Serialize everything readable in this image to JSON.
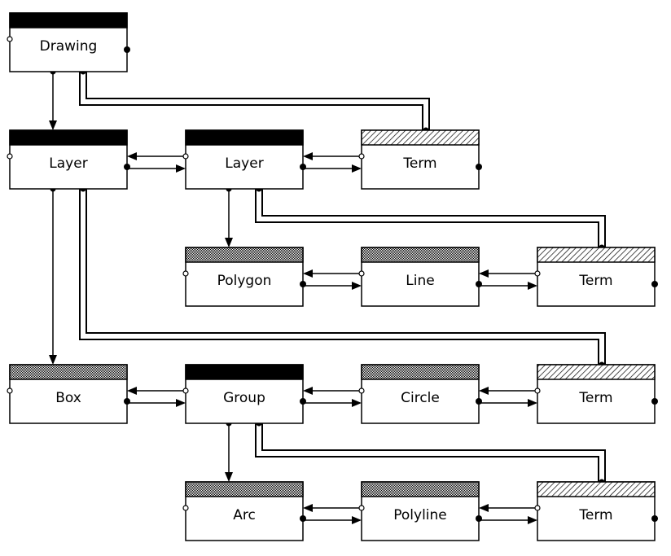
{
  "diagram": {
    "nodes": [
      {
        "id": "drawing",
        "label": "Drawing",
        "header": "solid"
      },
      {
        "id": "layer1",
        "label": "Layer",
        "header": "solid"
      },
      {
        "id": "layer2",
        "label": "Layer",
        "header": "solid"
      },
      {
        "id": "term1",
        "label": "Term",
        "header": "hatched"
      },
      {
        "id": "polygon",
        "label": "Polygon",
        "header": "gray"
      },
      {
        "id": "line",
        "label": "Line",
        "header": "gray"
      },
      {
        "id": "term2",
        "label": "Term",
        "header": "hatched"
      },
      {
        "id": "box",
        "label": "Box",
        "header": "gray"
      },
      {
        "id": "group",
        "label": "Group",
        "header": "solid"
      },
      {
        "id": "circle",
        "label": "Circle",
        "header": "gray"
      },
      {
        "id": "term3",
        "label": "Term",
        "header": "hatched"
      },
      {
        "id": "arc",
        "label": "Arc",
        "header": "gray"
      },
      {
        "id": "polyline",
        "label": "Polyline",
        "header": "gray"
      },
      {
        "id": "term4",
        "label": "Term",
        "header": "hatched"
      }
    ],
    "edges": [
      {
        "from": "drawing",
        "to": "layer1",
        "kind": "child"
      },
      {
        "from": "drawing",
        "to": "term1",
        "kind": "terminal"
      },
      {
        "from": "layer1",
        "to": "layer2",
        "kind": "sibling"
      },
      {
        "from": "layer2",
        "to": "term1",
        "kind": "sibling"
      },
      {
        "from": "layer2",
        "to": "polygon",
        "kind": "child"
      },
      {
        "from": "layer2",
        "to": "term2",
        "kind": "terminal"
      },
      {
        "from": "polygon",
        "to": "line",
        "kind": "sibling"
      },
      {
        "from": "line",
        "to": "term2",
        "kind": "sibling"
      },
      {
        "from": "layer1",
        "to": "box",
        "kind": "child"
      },
      {
        "from": "layer1",
        "to": "term3",
        "kind": "terminal"
      },
      {
        "from": "box",
        "to": "group",
        "kind": "sibling"
      },
      {
        "from": "group",
        "to": "circle",
        "kind": "sibling"
      },
      {
        "from": "circle",
        "to": "term3",
        "kind": "sibling"
      },
      {
        "from": "group",
        "to": "arc",
        "kind": "child"
      },
      {
        "from": "group",
        "to": "term4",
        "kind": "terminal"
      },
      {
        "from": "arc",
        "to": "polyline",
        "kind": "sibling"
      },
      {
        "from": "polyline",
        "to": "term4",
        "kind": "sibling"
      }
    ],
    "colors": {
      "solid_header": "#000000",
      "gray_header": "#8c8c8c",
      "hatch": "#000000",
      "line": "#000000",
      "background": "#ffffff"
    }
  }
}
